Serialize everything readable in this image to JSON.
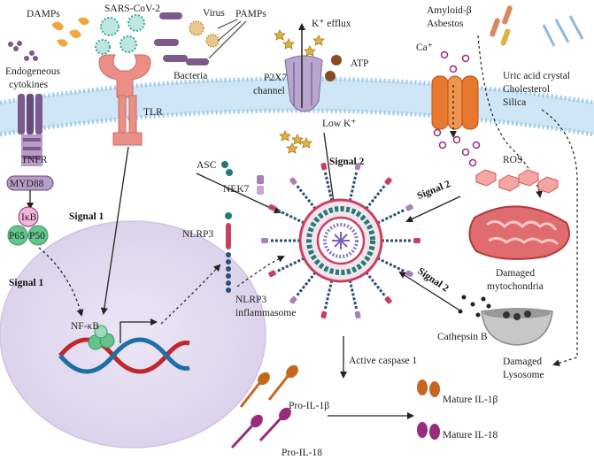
{
  "colors": {
    "membrane": "#a9d3ef",
    "nucleus": "#e3dcf0",
    "dna_red": "#c0272d",
    "dna_blue": "#1d6fa6",
    "tlr": "#e98f86",
    "tnfr": "#7d5a8c",
    "ion_channel": "#e8782e",
    "p2x7": "#9b86b5",
    "asc": "#1f7c76",
    "nek7": "#a880b8",
    "nlrp3": "#c7415f",
    "pro_il1b": "#c8661e",
    "pro_il18": "#9a2a7c",
    "mito": "#d9555a",
    "amyloid": "#d9875c"
  },
  "labels": {
    "damps": "DAMPs",
    "sars": "SARS-CoV-2",
    "virus": "Virus",
    "pamps": "PAMPs",
    "bacteria": "Bacteria",
    "endog_1": "Endogeneous",
    "endog_2": "cytokines",
    "tlr": "TLR",
    "tnfr": "TNFR",
    "myd88": "MYD88",
    "ikb": "IκB",
    "p65": "P65",
    "p50": "P50",
    "signal1_upper": "Signal 1",
    "signal1_lower": "Signal 1",
    "k_efflux": "K⁺ efflux",
    "atp": "ATP",
    "p2x7_1": "P2X7",
    "p2x7_2": "channel",
    "low_k": "Low K⁺",
    "signal2_center": "Signal 2",
    "amyloid": "Amyloid-β",
    "asbestos": "Asbestos",
    "ca": "Ca⁺",
    "uric": "Uric acid crystal",
    "cholesterol": "Cholesterol",
    "silica": "Silica",
    "asc": "ASC",
    "nek7": "NEK7",
    "ros": "ROS",
    "signal2_right_upper": "Signal 2",
    "signal2_right_lower": "Signal 2",
    "damaged_mito_1": "Damaged",
    "damaged_mito_2": "mytochondria",
    "nlrp3": "NLRP3",
    "nlrp3_infl_1": "NLRP3",
    "nlrp3_infl_2": "inflammasome",
    "nfkb": "NF-κB",
    "cathepsin": "Cathepsin B",
    "damaged_lys_1": "Damaged",
    "damaged_lys_2": "Lysosome",
    "active_casp": "Active caspase 1",
    "pro_il1b": "Pro-IL-1β",
    "pro_il18": "Pro-IL-18",
    "mature_il1b": "Mature IL-1β",
    "mature_il18": "Mature IL-18"
  }
}
